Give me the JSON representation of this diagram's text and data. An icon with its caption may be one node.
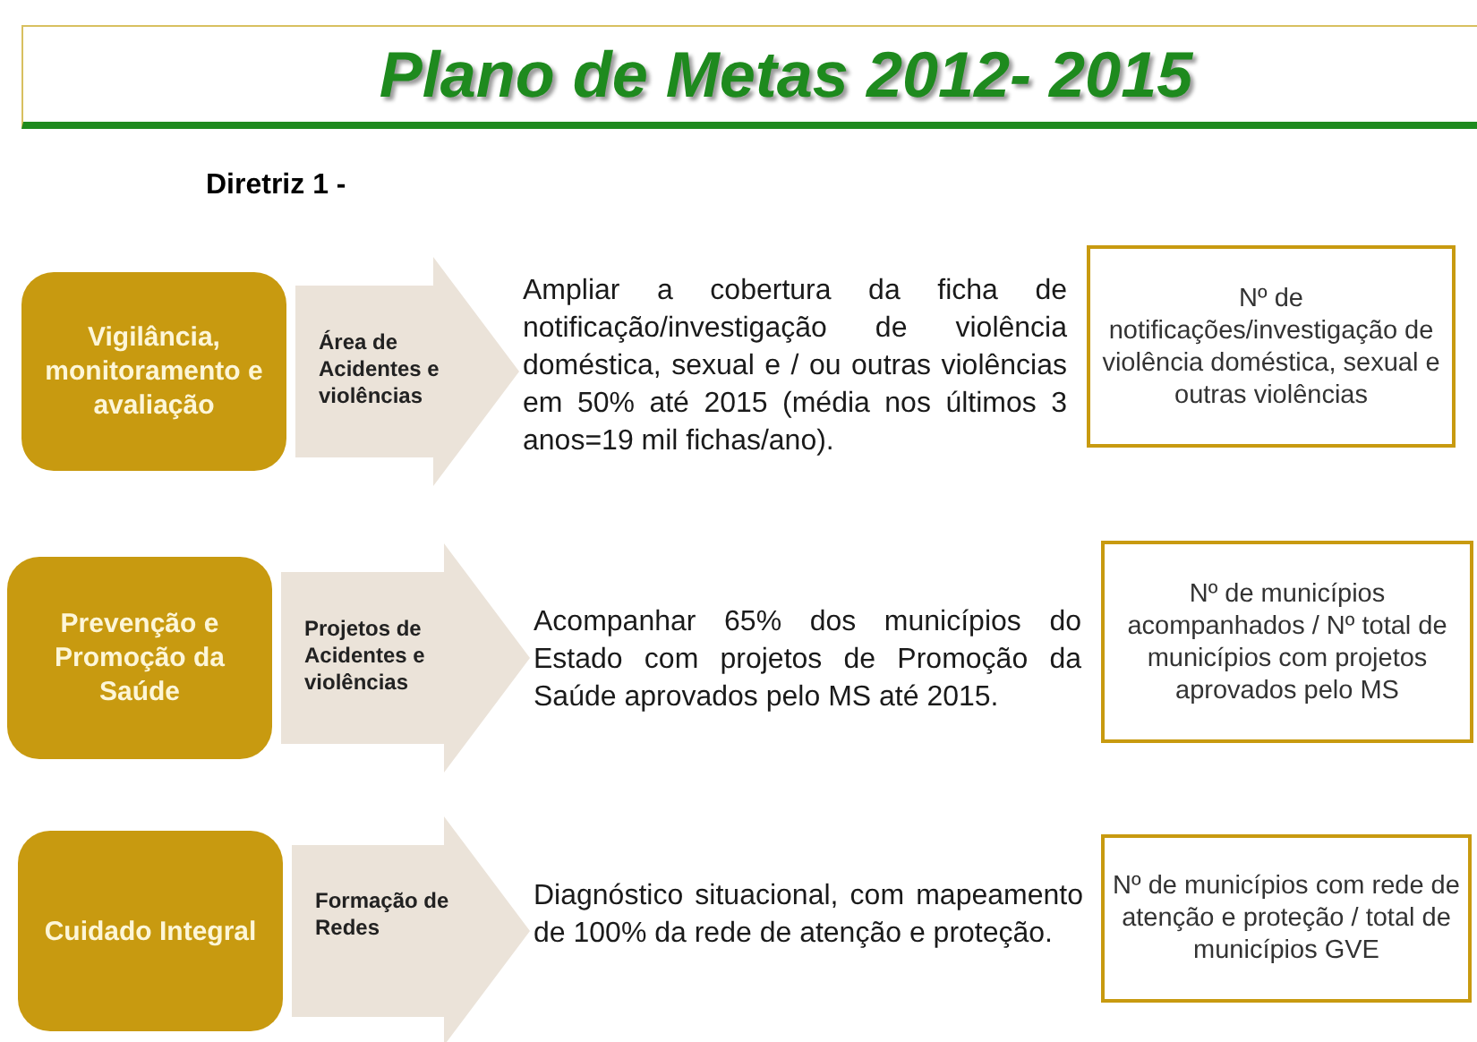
{
  "diagram": {
    "title": "Plano de Metas 2012- 2015",
    "nodes": [
      {
        "text": [
          "Vigilância, monitoramento e avaliação"
        ]
      },
      {
        "text": [
          "Ampliar a cobertura da ficha de notificação/investigação de violência doméstica, sexual e / ou outras violências em 50% até 2015 (média nos últimos 3 anos=19 mil fichas/ano)."
        ]
      },
      {
        "text": [
          "Nº de notificações/investigação de violência doméstica, sexual e outras violências"
        ]
      },
      {
        "text": [
          "Prevenção e Promoção da Saúde"
        ]
      },
      {
        "text": [
          "Acompanhar 65% dos municípios do Estado com projetos de Promoção da Saúde aprovados pelo MS até 2015."
        ]
      },
      {
        "text": [
          "Nº de municípios acompanhados / Nº total de municípios com projetos aprovados pelo MS"
        ]
      },
      {
        "text": [
          "Cuidado Integral"
        ]
      },
      {
        "text": [
          "Diagnóstico situacional, com mapeamento de 100% da rede de atenção e proteção."
        ]
      },
      {
        "text": [
          "Nº de municípios com rede de atenção e proteção / total de municípios GVE"
        ]
      }
    ],
    "edges": [
      {
        "from": 0,
        "to": 1,
        "arrow": "to",
        "label": "Área de Acidentes e violências"
      },
      {
        "from": 3,
        "to": 4,
        "arrow": "to",
        "label": "Projetos de Acidentes e violências"
      },
      {
        "from": 6,
        "to": 7,
        "arrow": "to",
        "label": "Formação de Redes"
      }
    ],
    "labels": [
      "Diretriz 1 -"
    ]
  }
}
